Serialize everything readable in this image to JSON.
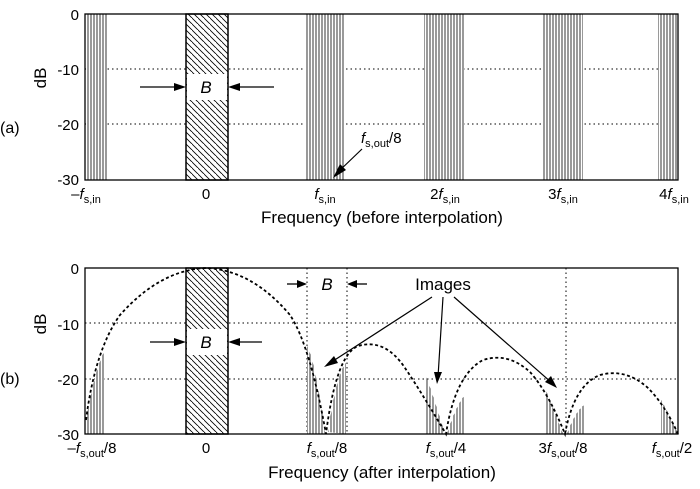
{
  "panel_a": {
    "label": "(a)",
    "ylabel": "dB",
    "yticks": [
      "0",
      "-10",
      "-20",
      "-30"
    ],
    "xticks": [
      {
        "pre": "–",
        "it": "f",
        "sub": "s,in",
        "post": ""
      },
      {
        "pre": "0",
        "it": "",
        "sub": "",
        "post": ""
      },
      {
        "pre": "",
        "it": "f",
        "sub": "s,in",
        "post": ""
      },
      {
        "pre": "2",
        "it": "f",
        "sub": "s,in",
        "post": ""
      },
      {
        "pre": "3",
        "it": "f",
        "sub": "s,in",
        "post": ""
      },
      {
        "pre": "4",
        "it": "f",
        "sub": "s,in",
        "post": ""
      }
    ],
    "xlabel": "Frequency (before interpolation)",
    "band_label": "B",
    "annotation": {
      "it": "f",
      "sub": "s,out",
      "post": "/8"
    }
  },
  "panel_b": {
    "label": "(b)",
    "ylabel": "dB",
    "yticks": [
      "0",
      "-10",
      "-20",
      "-30"
    ],
    "xticks": [
      {
        "pre": "–",
        "it": "f",
        "sub": "s,out",
        "post": "/8"
      },
      {
        "pre": "0",
        "it": "",
        "sub": "",
        "post": ""
      },
      {
        "pre": "",
        "it": "f",
        "sub": "s,out",
        "post": "/8"
      },
      {
        "pre": "",
        "it": "f",
        "sub": "s,out",
        "post": "/4"
      },
      {
        "pre": "3",
        "it": "f",
        "sub": "s,out",
        "post": "/8"
      },
      {
        "pre": "",
        "it": "f",
        "sub": "s,out",
        "post": "/2"
      }
    ],
    "xlabel": "Frequency (after interpolation)",
    "band_label": "B",
    "band_label_top": "B",
    "annotation": "Images"
  },
  "colors": {
    "ink": "#000000",
    "background": "#ffffff"
  }
}
